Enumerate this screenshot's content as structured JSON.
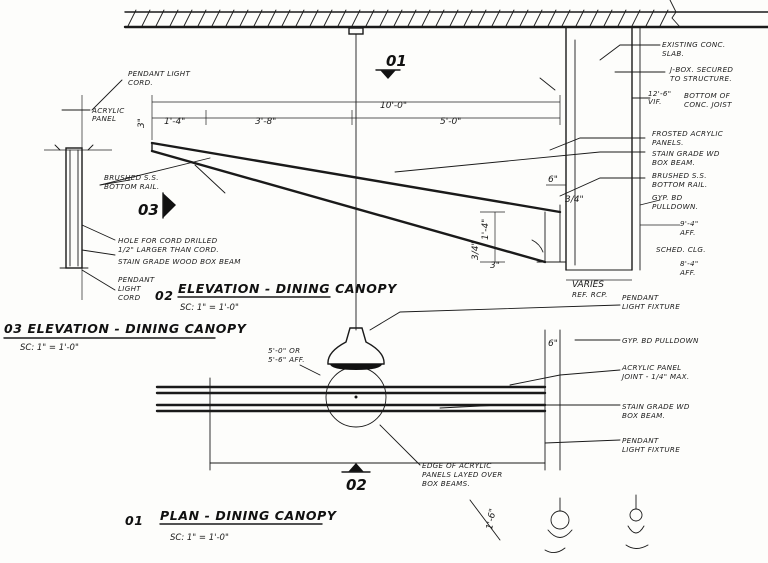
{
  "elevation": {
    "dims": {
      "d1": "1'-4\"",
      "d2": "3'-8\"",
      "d3": "5'-0\"",
      "d4": "10'-0\"",
      "d5": "6\"",
      "d6": "3/4\"",
      "d7": "1'-4\"",
      "d8": "3\"",
      "d9": "3/4\"",
      "d10": "VARIES",
      "d11": "3\""
    },
    "notes": {
      "n_pendant_cord": [
        "PENDANT LIGHT",
        "CORD."
      ],
      "n_acrylic_panel": [
        "ACRYLIC",
        "PANEL"
      ],
      "n_existing_slab": [
        "EXISTING CONC.",
        "SLAB."
      ],
      "n_jbox": [
        "J-BOX. SECURED",
        "TO STRUCTURE."
      ],
      "n_bottom_joist": [
        "BOTTOM OF",
        "CONC. JOIST"
      ],
      "n_joist_height": [
        "12'-6\"",
        "VIF."
      ],
      "n_frosted": [
        "FROSTED ACRYLIC",
        "PANELS."
      ],
      "n_stain_box": [
        "STAIN GRADE WD",
        "BOX BEAM."
      ],
      "n_brushed_rail": [
        "BRUSHED S.S.",
        "BOTTOM RAIL."
      ],
      "n_gyp_pulldown": [
        "GYP. BD",
        "PULLDOWN."
      ],
      "n_soffit_aff": [
        "9'-4\"",
        "AFF."
      ],
      "n_sched_clg": "SCHED. CLG.",
      "n_clg_aff": [
        "8'-4\"",
        "AFF."
      ],
      "n_brushed_left": [
        "BRUSHED S.S.",
        "BOTTOM RAIL."
      ],
      "n_hole": [
        "HOLE FOR CORD DRILLED",
        "1/2\" LARGER THAN CORD."
      ],
      "n_stain_left": "STAIN GRADE WOOD BOX BEAM",
      "n_pendant_left": [
        "PENDANT",
        "LIGHT",
        "CORD"
      ],
      "n_ref_rcp": "REF. RCP.",
      "n_left_dim": "3\""
    },
    "title": {
      "number": "02",
      "text": "ELEVATION - DINING CANOPY",
      "scale": "SC: 1\" = 1'-0\""
    },
    "section_marker": "03"
  },
  "left_title": {
    "text": "03 ELEVATION - DINING CANOPY",
    "scale": "SC: 1\" = 1'-0\""
  },
  "marker_top": "01",
  "marker_bottom": "02",
  "plan": {
    "notes": {
      "n_pendant_fixture": [
        "PENDANT",
        "LIGHT FIXTURE"
      ],
      "n_gyp": "GYP. BD PULLDOWN",
      "n_acrylic_joint": [
        "ACRYLIC PANEL",
        "JOINT - 1/4\" MAX."
      ],
      "n_stain_beam": [
        "STAIN GRADE WD",
        "BOX BEAM."
      ],
      "n_pendant_fixture2": [
        "PENDANT",
        "LIGHT FIXTURE"
      ],
      "n_height": [
        "5'-0\" OR",
        "5'-6\" AFF."
      ],
      "n_edge": [
        "EDGE OF ACRYLIC",
        "PANELS LAYED OVER",
        "BOX BEAMS."
      ],
      "n_6": "6\""
    },
    "title": {
      "number": "01",
      "text": "PLAN - DINING CANOPY",
      "scale": "SC: 1\" = 1'-0\""
    }
  },
  "sketch_label": "1'-6\""
}
